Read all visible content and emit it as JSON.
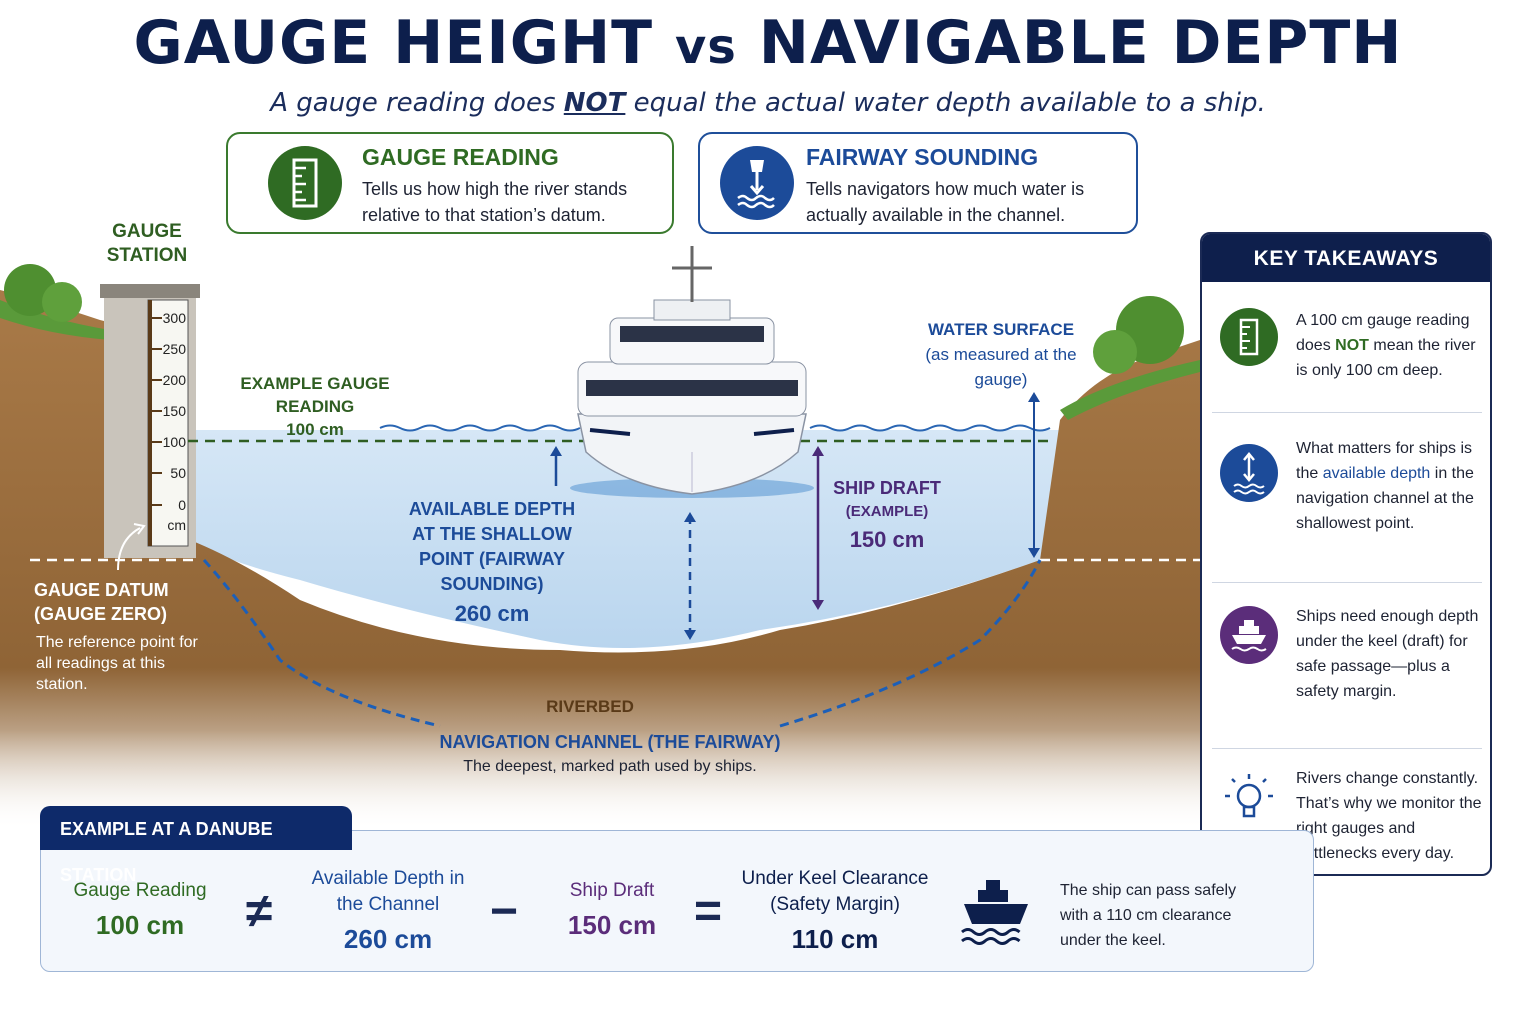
{
  "header": {
    "title_a": "GAUGE HEIGHT",
    "title_vs": "vs",
    "title_b": "NAVIGABLE DEPTH",
    "subtitle_a": "A gauge reading does ",
    "subtitle_not": "NOT",
    "subtitle_b": " equal the actual water depth available to a ship."
  },
  "cards": {
    "gauge": {
      "title": "GAUGE READING",
      "text": "Tells us how high the river stands relative to that station’s datum.",
      "icon": "gauge-ruler-icon"
    },
    "fairway": {
      "title": "FAIRWAY SOUNDING",
      "text": "Tells navigators how much water is actually available in the channel.",
      "icon": "sounding-weight-icon"
    }
  },
  "diagram": {
    "gauge_station": "GAUGE STATION",
    "gauge_ticks": [
      "300",
      "250",
      "200",
      "150",
      "100",
      "50",
      "0"
    ],
    "gauge_unit": "cm",
    "example_gauge_label": "EXAMPLE GAUGE READING",
    "example_gauge_value": "100 cm",
    "water_surface": "WATER SURFACE",
    "water_surface_sub": "(as measured at the gauge)",
    "available_depth": "AVAILABLE DEPTH AT THE SHALLOW POINT (FAIRWAY SOUNDING)",
    "available_depth_value": "260 cm",
    "ship_draft": "SHIP DRAFT",
    "ship_draft_example": "(EXAMPLE)",
    "ship_draft_value": "150 cm",
    "gauge_datum": "GAUGE DATUM (GAUGE ZERO)",
    "gauge_datum_desc": "The reference point for all readings at this station.",
    "riverbed": "RIVERBED",
    "nav_channel": "NAVIGATION CHANNEL (THE FAIRWAY)",
    "nav_channel_desc": "The deepest, marked path used by ships."
  },
  "takeaways": {
    "title": "KEY TAKEAWAYS",
    "items": [
      {
        "icon": "gauge-ruler-icon",
        "color": "#2f6b23",
        "text_a": "A 100 cm gauge reading does ",
        "strong": "NOT",
        "text_b": " mean the river is only 100 cm deep."
      },
      {
        "icon": "depth-arrow-icon",
        "color": "#1c4b99",
        "text_a": "What matters for ships is the ",
        "strong": "available depth",
        "text_b": " in the navigation channel at the shallowest point."
      },
      {
        "icon": "ship-icon",
        "color": "#5b2d7a",
        "text_a": "Ships need enough depth under the keel (draft) for safe passage—plus a safety margin.",
        "strong": "",
        "text_b": ""
      },
      {
        "icon": "lightbulb-icon",
        "color": "#1c4b99",
        "text_a": "Rivers change constantly. That’s why we monitor the right gauges and bottlenecks every day.",
        "strong": "",
        "text_b": ""
      }
    ]
  },
  "example": {
    "tab": "EXAMPLE AT A DANUBE STATION",
    "gauge_label": "Gauge Reading",
    "gauge_value": "100 cm",
    "neq": "≠",
    "depth_label": "Available Depth in the Channel",
    "depth_value": "260 cm",
    "minus": "−",
    "draft_label": "Ship Draft",
    "draft_value": "150 cm",
    "equals": "=",
    "ukc_label": "Under Keel Clearance (Safety Margin)",
    "ukc_value": "110 cm",
    "note": "The ship can pass safely with a 110 cm clearance under the keel."
  },
  "colors": {
    "navy": "#0d1f4c",
    "green": "#2f6b23",
    "blue": "#1c4b99",
    "purple": "#4a2a78",
    "water": "#cfe3f4",
    "soil": "#9a6b3c"
  }
}
